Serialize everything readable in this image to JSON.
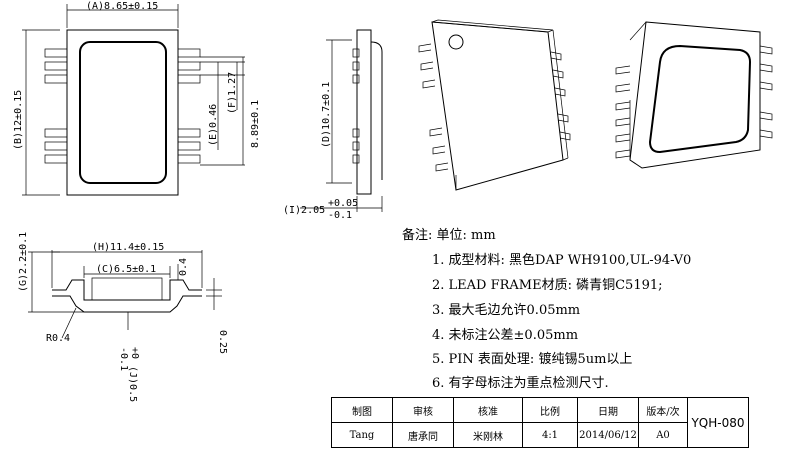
{
  "dims": {
    "a": "(A)8.65±0.15",
    "b": "(B)12±0.15",
    "e": "(E)0.46",
    "f": "(F)1.27",
    "pitch": "8.89±0.1",
    "d": "(D)10.7±0.1",
    "i_main": "(I)2.05",
    "i_plus": "+0.05",
    "i_minus": "-0.1",
    "g": "(G)2.2±0.1",
    "h": "(H)11.4±0.15",
    "c": "(C)6.5±0.1",
    "r": "R0.4",
    "t04": "0.4",
    "t025": "0.25",
    "j": "(J)0.5",
    "j_plus": "+0",
    "j_minus": "-0.1"
  },
  "notes": {
    "heading": "备注:   单位: mm",
    "items": [
      "1. 成型材料: 黑色DAP WH9100,UL-94-V0",
      "2. LEAD  FRAME材质: 磷青铜C5191;",
      "3. 最大毛边允许0.05mm",
      "4. 未标注公差±0.05mm",
      "5. PIN 表面处理: 镀纯锡5um以上",
      "6. 有字母标注为重点检测尺寸."
    ]
  },
  "title_block": {
    "headers": [
      "制图",
      "审核",
      "核准",
      "比例",
      "日期",
      "版本/次"
    ],
    "values": [
      "Tang",
      "唐承同",
      "米刚林",
      "4:1",
      "2014/06/12",
      "A0"
    ],
    "drawing_no": "YQH-080"
  }
}
